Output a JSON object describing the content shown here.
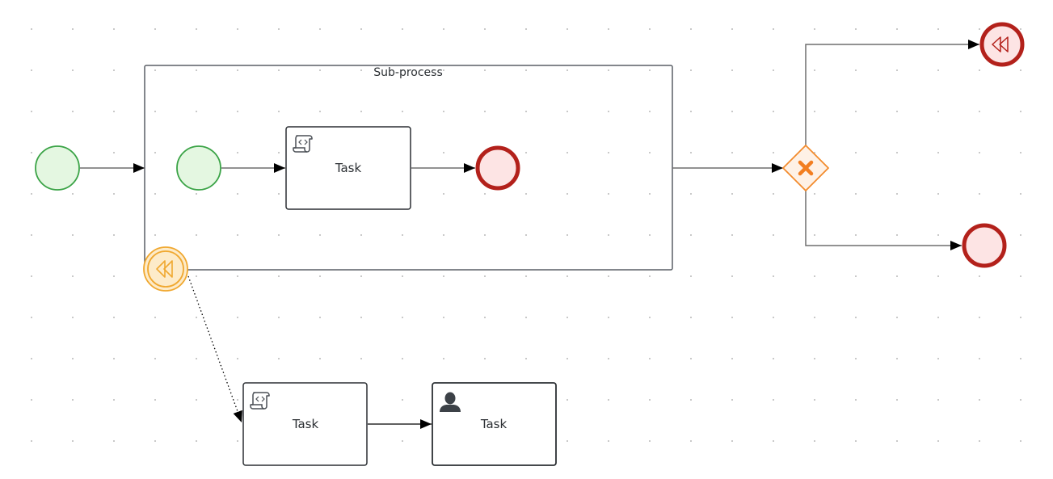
{
  "diagram": {
    "type": "BPMN process",
    "colors": {
      "start_stroke": "#3aa346",
      "start_fill": "#e4f7e1",
      "end_stroke": "#b3211b",
      "end_fill": "#fde4e4",
      "gateway_stroke": "#f28b2c",
      "gateway_fill": "#fef1e6",
      "boundary_stroke": "#f0a830",
      "boundary_fill": "#fdebc9",
      "task_stroke": "#2b2f33",
      "flow": "#6e6e6e",
      "grid_dot": "#c9c9c9"
    },
    "subprocess": {
      "label": "Sub-process"
    },
    "tasks": [
      {
        "id": "task-inner",
        "label": "Task",
        "kind": "script",
        "icon": "script-icon"
      },
      {
        "id": "task-comp-script",
        "label": "Task",
        "kind": "script",
        "icon": "script-icon"
      },
      {
        "id": "task-comp-user",
        "label": "Task",
        "kind": "user",
        "icon": "user-icon"
      }
    ],
    "events": [
      {
        "id": "start-outer",
        "kind": "start"
      },
      {
        "id": "start-inner",
        "kind": "start"
      },
      {
        "id": "end-inner",
        "kind": "end"
      },
      {
        "id": "end-compensation",
        "kind": "end",
        "icon": "compensation-icon"
      },
      {
        "id": "end-plain",
        "kind": "end"
      },
      {
        "id": "boundary-compensation",
        "kind": "boundary",
        "icon": "compensation-icon"
      }
    ],
    "gateways": [
      {
        "id": "gateway-exclusive",
        "kind": "exclusive",
        "icon": "x-icon"
      }
    ]
  }
}
